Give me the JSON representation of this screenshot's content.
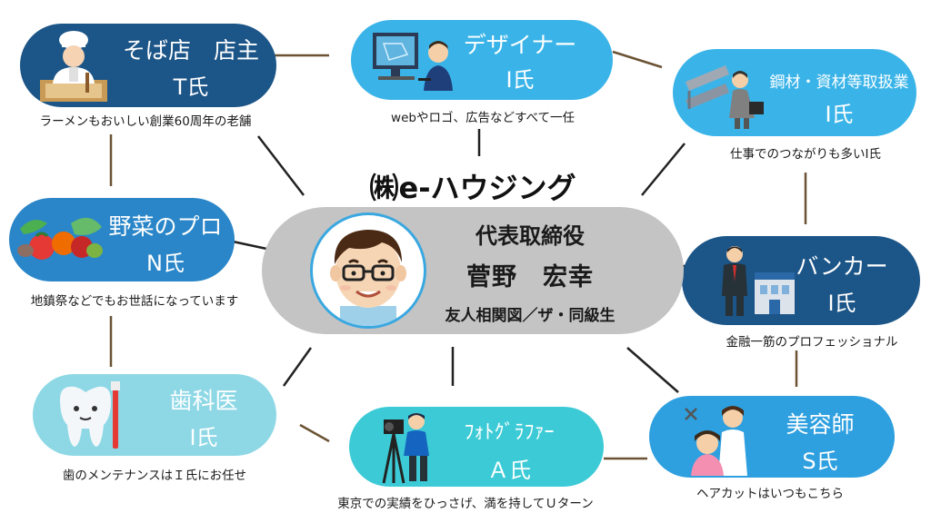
{
  "center": {
    "company": "㈱e-ハウジング",
    "role": "代表取締役",
    "name": "菅野　宏幸",
    "subtitle": "友人相関図／ザ・同級生"
  },
  "nodes": {
    "soba": {
      "title": "そば店　店主",
      "person": "T氏",
      "caption": "ラーメンもおいしい創業60周年の老舗",
      "color": "#1c5587"
    },
    "designer": {
      "title": "デザイナー",
      "person": "I氏",
      "caption": "webやロゴ、広告などすべて一任",
      "color": "#3ab4e8"
    },
    "steel": {
      "title": "鋼材・資材等取扱業",
      "person": "I氏",
      "caption": "仕事でのつながりも多いI氏",
      "color": "#3ab4e8"
    },
    "veg": {
      "title": "野菜のプロ",
      "person": "N氏",
      "caption": "地鎮祭などでもお世話になっています",
      "color": "#2a86c8"
    },
    "banker": {
      "title": "バンカー",
      "person": "I氏",
      "caption": "金融一筋のプロフェッショナル",
      "color": "#1c5587"
    },
    "dentist": {
      "title": "歯科医",
      "person": "I氏",
      "caption": "歯のメンテナンスはＩ氏にお任せ",
      "color": "#8ed8e6"
    },
    "photo": {
      "title": "ﾌｫﾄｸﾞﾗﾌｧｰ",
      "person": "Ａ氏",
      "caption": "東京での実績をひっさげ、満を持してＵターン",
      "color": "#3ccbd6"
    },
    "beauty": {
      "title": "美容師",
      "person": "S氏",
      "caption": "ヘアカットはいつもこちら",
      "color": "#2e9fdf"
    }
  },
  "colors": {
    "center_bg": "#c4c4c4",
    "avatar_ring": "#3aa8e0",
    "line_black": "#222222",
    "line_brown": "#6b5334"
  },
  "icons": {
    "soba": "chef-icon",
    "designer": "designer-computer-icon",
    "steel": "businessman-steel-icon",
    "veg": "vegetables-icon",
    "banker": "banker-bank-icon",
    "dentist": "tooth-icon",
    "photo": "photographer-tripod-icon",
    "beauty": "hairdresser-icon",
    "avatar": "man-glasses-avatar-icon"
  }
}
